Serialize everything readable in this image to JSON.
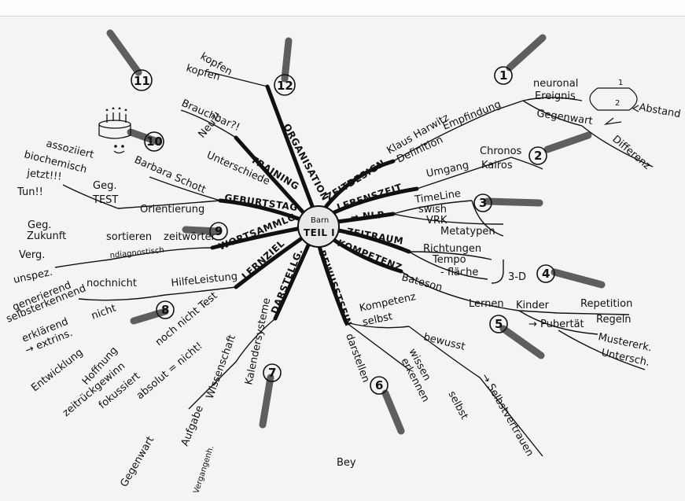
{
  "center": {
    "line1": "Barn",
    "line2": "TEIL I"
  },
  "branches": [
    {
      "id": "organisation",
      "label": "ORGANISATION"
    },
    {
      "id": "training",
      "label": "TRAINING"
    },
    {
      "id": "geburtstag",
      "label": "GEBURTSTAG"
    },
    {
      "id": "wortsammlg",
      "label": "WORTSAMMLG."
    },
    {
      "id": "lernziel",
      "label": "LERNZIEL"
    },
    {
      "id": "darstellg",
      "label": "DARSTELLG."
    },
    {
      "id": "bewusstsein",
      "label": "BEWUSSTSEIN"
    },
    {
      "id": "kompetenz",
      "label": "KOMPETENZ"
    },
    {
      "id": "zeitraum",
      "label": "ZEITRAUM"
    },
    {
      "id": "nlp",
      "label": "→ NLP"
    },
    {
      "id": "lebenszeit",
      "label": "LEBENSZEIT"
    },
    {
      "id": "zeitdesign",
      "label": "ZEITDESIGN"
    }
  ],
  "numbers": [
    "1",
    "2",
    "3",
    "4",
    "5",
    "6",
    "7",
    "8",
    "9",
    "10",
    "11",
    "12"
  ],
  "words": {
    "klaus": "Klaus Harwitz",
    "definition": "Definition",
    "empfindung": "Empfindung",
    "neuronal": "neuronal",
    "ereignis": "Ereignis",
    "gegenwart": "Gegenwart",
    "abstand": "Abstand",
    "differenz": "Differenz",
    "one": "1",
    "two": "2",
    "umgang": "Umgang",
    "chronos": "Chronos",
    "kairos": "Kairos",
    "timeline": "TimeLine",
    "swish": "swish",
    "vrk": "VRK",
    "metatypen": "Metatypen",
    "richtungen": "Richtungen",
    "tempo": "Tempo",
    "flaeche": "- fläche",
    "dreid": "3-D",
    "bateson": "Bateson",
    "lernen": "Lernen",
    "kinder": "Kinder",
    "repetition": "Repetition",
    "regeln": "Regeln",
    "pubertaet": "→ Pubertät",
    "mustererk": "Mustererk.",
    "untersch": "Untersch.",
    "kompetenz2": "Kompetenz",
    "selbst": "selbst",
    "darstellen": "darstellen",
    "bewusst": "bewusst",
    "wissen": "wissen",
    "erkennen": "erkennen",
    "selbst2": "selbst",
    "selbstvertrauen": "→ Selbstvertrauen",
    "kalendersysteme": "Kalendersysteme",
    "wissenschaft": "Wissenschaft",
    "aufgabe": "Aufgabe",
    "gegenwart2": "Gegenwart",
    "vergangenheit": "Vergangenh.",
    "nochnichttest": "noch nicht Test",
    "absolut": "absolut = nicht!",
    "hilfeleistung": "HilfeLeistung",
    "hoffnung": "Hoffnung",
    "zeitrueckgewinn": "zeitrückgewinn",
    "fokussiert": "fokussiert",
    "entwicklung": "Entwicklung",
    "nicht": "nicht",
    "nochnicht": "nochnicht",
    "generierend": "generierend",
    "selbsterkennend": "selbsterkennend",
    "erklaerend": "erklärend",
    "extrins": "→ extrins.",
    "sortieren": "sortieren",
    "zeitwoerter": "zeitwörter",
    "diagnostisch": "ndiagnostisch",
    "gegzukunft1": "Geg.",
    "zukunft": "Zukunft",
    "verg": "Verg.",
    "unspez": "unspez.",
    "orientierung": "Orientierung",
    "geg": "Geg.",
    "test": "TEST",
    "assoziiert": "assoziiert",
    "biochemisch": "biochemisch",
    "jetzt": "jetzt!!!",
    "tun": "Tun!!",
    "barbara": "Barbara Schott",
    "brauchbar": "Brauchbar?!",
    "neu": "Neu?!",
    "unterschiede": "Unterschiede",
    "kopfen1": "kopfen",
    "kopfen2": "kopfen",
    "signature": "Bey"
  }
}
